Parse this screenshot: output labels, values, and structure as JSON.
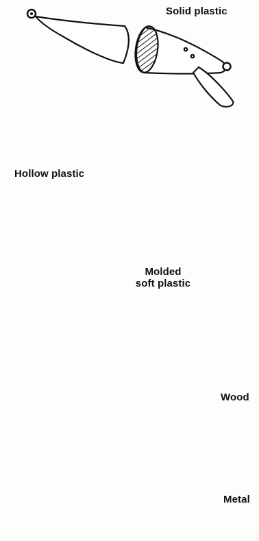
{
  "labels": {
    "solid_plastic": "Solid plastic",
    "hollow_plastic": "Hollow plastic",
    "molded_line1": "Molded",
    "molded_line2": "soft plastic",
    "wood": "Wood",
    "metal": "Metal"
  },
  "colors": {
    "ink": "#111111",
    "paper": "#fdfdfb"
  }
}
